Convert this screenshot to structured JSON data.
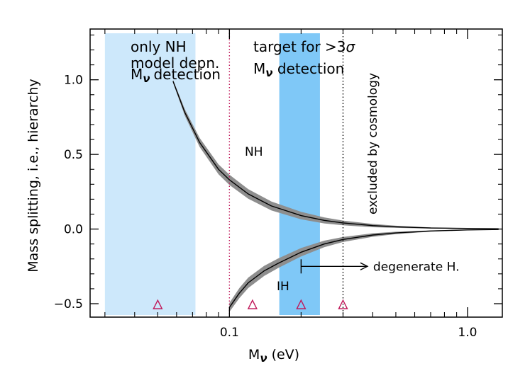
{
  "chart_data": {
    "type": "line",
    "xlabel": "M",
    "xlabel_sub": "ν",
    "xlabel_unit": " (eV)",
    "ylabel": "Mass splitting, i.e., hierarchy",
    "x_scale": "log",
    "xlim": [
      0.026,
      1.4
    ],
    "ylim": [
      -0.59,
      1.34
    ],
    "grid": false,
    "x_ticks": [
      {
        "value": 0.1,
        "label": "0.1"
      },
      {
        "value": 1.0,
        "label": "1.0"
      }
    ],
    "y_ticks": [
      {
        "value": 1.0,
        "label": "1.0"
      },
      {
        "value": 0.5,
        "label": "0.5"
      },
      {
        "value": 0.0,
        "label": "0.0"
      },
      {
        "value": -0.5,
        "label": "−0.5"
      }
    ],
    "series": [
      {
        "name": "NH",
        "x": [
          0.058,
          0.065,
          0.075,
          0.09,
          0.1,
          0.12,
          0.15,
          0.2,
          0.25,
          0.3,
          0.4,
          0.5,
          0.7,
          1.0,
          1.35
        ],
        "y": [
          0.99,
          0.78,
          0.58,
          0.4,
          0.33,
          0.235,
          0.155,
          0.09,
          0.058,
          0.041,
          0.023,
          0.015,
          0.007,
          0.004,
          0.002
        ],
        "band_halfwidth": [
          0.01,
          0.022,
          0.03,
          0.033,
          0.034,
          0.032,
          0.03,
          0.025,
          0.02,
          0.016,
          0.011,
          0.007,
          0.004,
          0.002,
          0.001
        ]
      },
      {
        "name": "IH",
        "x": [
          0.1,
          0.11,
          0.12,
          0.14,
          0.16,
          0.2,
          0.25,
          0.3,
          0.4,
          0.5,
          0.7,
          1.0,
          1.35
        ],
        "y": [
          -0.525,
          -0.43,
          -0.36,
          -0.28,
          -0.23,
          -0.155,
          -0.1,
          -0.07,
          -0.04,
          -0.026,
          -0.013,
          -0.006,
          -0.003
        ],
        "band_halfwidth": [
          0.03,
          0.034,
          0.035,
          0.034,
          0.032,
          0.028,
          0.022,
          0.017,
          0.012,
          0.008,
          0.004,
          0.002,
          0.001
        ]
      }
    ],
    "shaded_regions": [
      {
        "x_range": [
          0.03,
          0.072
        ],
        "color": "#cde8fb"
      },
      {
        "x_range": [
          0.162,
          0.24
        ],
        "color": "#7fc8f7"
      }
    ],
    "vertical_lines": [
      {
        "x": 0.1,
        "color": "#c0195a",
        "style": "dotted"
      },
      {
        "x": 0.3,
        "color": "#000000",
        "style": "dotted"
      }
    ],
    "markers": {
      "symbol": "triangle",
      "color": "#c0195a",
      "points": [
        {
          "x": 0.05,
          "y": -0.51
        },
        {
          "x": 0.125,
          "y": -0.51
        },
        {
          "x": 0.2,
          "y": -0.51
        },
        {
          "x": 0.3,
          "y": -0.51
        }
      ]
    },
    "arrow": {
      "x_start": 0.2,
      "x_end": 0.38,
      "y": -0.25,
      "label": "degenerate H."
    },
    "annotations": {
      "left_box": [
        "only NH",
        "model depn.",
        "detection"
      ],
      "mnu_symbol": "M",
      "mnu_sub": "ν",
      "target_line1": "target for >3",
      "sigma": "σ",
      "target_line2": " detection",
      "excluded": "excluded by cosmology",
      "nh_label": "NH",
      "ih_label": "IH"
    },
    "colors": {
      "light_band": "#cde8fb",
      "dark_band": "#7fc8f7",
      "curve": "#000000",
      "curve_band": "#8e8e8e",
      "magenta": "#c0195a"
    }
  }
}
